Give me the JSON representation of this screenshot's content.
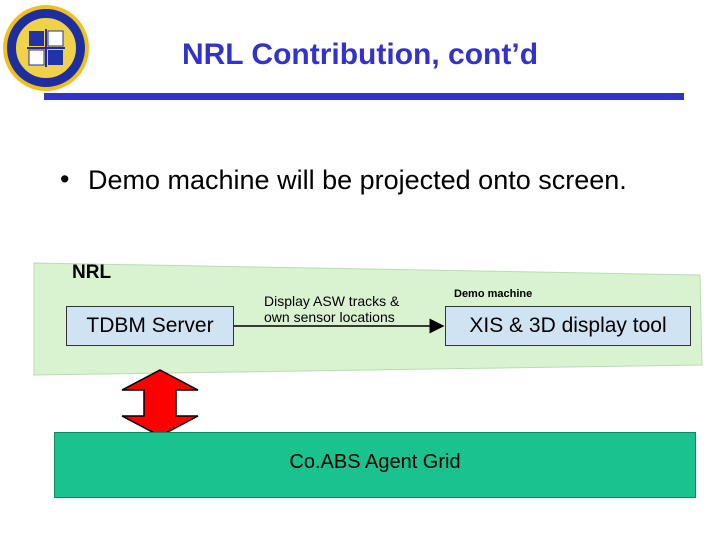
{
  "slide": {
    "title": "NRL Contribution, cont’d",
    "bullet": "Demo machine will be projected onto screen."
  },
  "diagram": {
    "group_label": "NRL",
    "tdbm_server": "TDBM Server",
    "arrow_label": "Display ASW tracks & own sensor locations",
    "demo_machine_label": "Demo machine",
    "xis_tool": "XIS & 3D display tool",
    "agent_grid": "Co.ABS Agent Grid"
  },
  "colors": {
    "title": "#3333cc",
    "band": "#d9f2d0",
    "box": "#cfe3f2",
    "grid": "#19c28e",
    "double_arrow": "#ff0000"
  },
  "icons": {
    "logo": "naval-research-lab-seal"
  }
}
